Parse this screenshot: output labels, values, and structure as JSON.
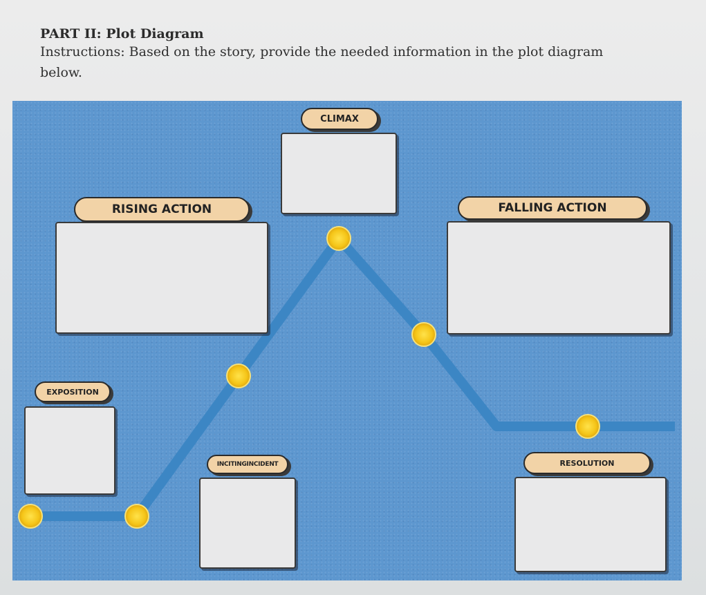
{
  "page": {
    "heading": "PART II: Plot Diagram",
    "instructions": "Instructions: Based on the story, provide the needed information in the plot diagram below."
  },
  "colors": {
    "board": "#5d97cf",
    "line": "#3c86c4",
    "dot": "#f5c518",
    "label_fill": "#f2d3a7",
    "box_fill": "#e9e9ea"
  },
  "sections": {
    "climax": {
      "label": "CLIMAX"
    },
    "rising_action": {
      "label": "RISING ACTION"
    },
    "falling_action": {
      "label": "FALLING ACTION"
    },
    "exposition": {
      "label": "EXPOSITION"
    },
    "inciting_incident": {
      "label": "INCITINGINCIDENT"
    },
    "resolution": {
      "label": "RESOLUTION"
    }
  }
}
